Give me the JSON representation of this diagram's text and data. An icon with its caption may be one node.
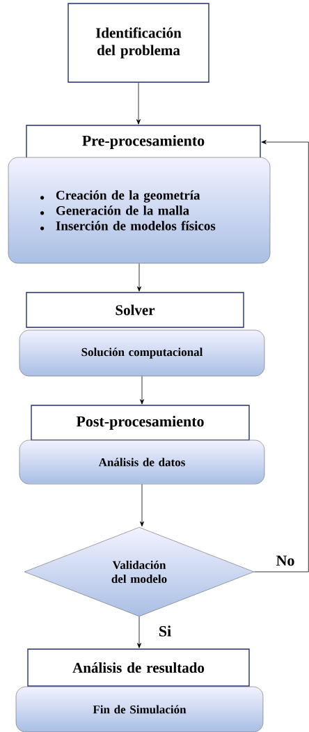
{
  "diagram": {
    "nodes": [
      {
        "text": [
          "Identificación del problema"
        ]
      },
      {
        "text": [
          "Pre-procesamiento"
        ]
      },
      {
        "text": [
          "Creación de la geometría",
          "Generación de la malla",
          "Inserción de modelos físicos"
        ]
      },
      {
        "text": [
          "Solver"
        ]
      },
      {
        "text": [
          "Solución computacional"
        ]
      },
      {
        "text": [
          "Post-procesamiento"
        ]
      },
      {
        "text": [
          "Análisis de datos"
        ]
      },
      {
        "text": [
          "Validación del modelo"
        ]
      },
      {
        "text": [
          "Análisis de resultado"
        ]
      },
      {
        "text": [
          "Fin de Simulación"
        ]
      }
    ],
    "edges": [
      {
        "from": 0,
        "to": 1,
        "arrow": "to"
      },
      {
        "from": 2,
        "to": 3,
        "arrow": "to"
      },
      {
        "from": 4,
        "to": 5,
        "arrow": "to"
      },
      {
        "from": 6,
        "to": 7,
        "arrow": "to"
      },
      {
        "from": 7,
        "to": 8,
        "arrow": "to",
        "label": "Si"
      },
      {
        "from": 7,
        "to": 1,
        "arrow": "to",
        "label": "No"
      }
    ]
  }
}
